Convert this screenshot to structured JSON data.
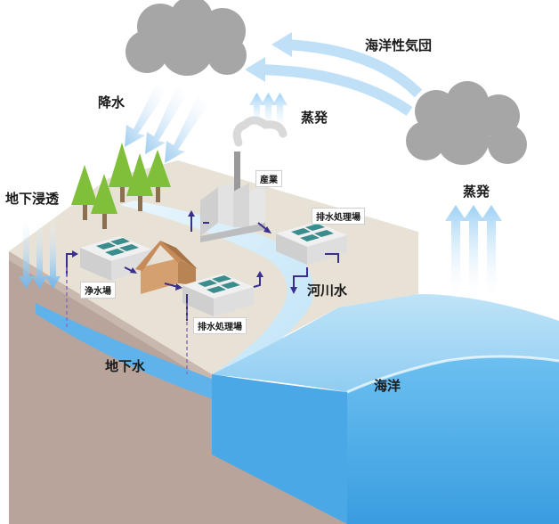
{
  "labels": {
    "precipitation": "降水",
    "infiltration": "地下浸透",
    "evaporation_land": "蒸発",
    "evaporation_sea": "蒸発",
    "maritime_air_mass": "海洋性気団",
    "industry": "産業",
    "water_purification_plant": "浄水場",
    "wastewater_plant_upper": "排水処理場",
    "wastewater_plant_lower": "排水処理場",
    "river": "河川水",
    "groundwater": "地下水",
    "ocean": "海洋"
  },
  "colors": {
    "cloud": "#a6a6a6",
    "arrow_light": "#bfe0f7",
    "ocean_surface": "#bfe3f7",
    "ocean_body": "#52b0ec",
    "soil": "#b8a49a",
    "ground_top": "#e8e2d6",
    "tree": "#7fbf3a",
    "flow_arrow": "#3a2f8a"
  }
}
